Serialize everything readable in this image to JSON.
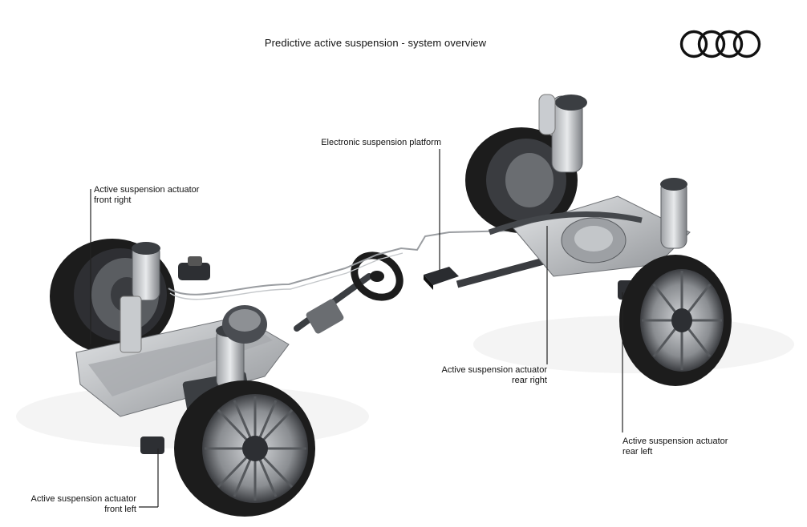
{
  "title": "Predictive active suspension - system overview",
  "logo": {
    "icon": "four-rings-logo",
    "color": "#111111"
  },
  "labels": {
    "platform": {
      "text": "Electronic suspension platform"
    },
    "front_right": {
      "line1": "Active suspension actuator",
      "line2": "front right"
    },
    "front_left": {
      "line1": "Active suspension actuator",
      "line2": "front left"
    },
    "rear_right": {
      "line1": "Active suspension actuator",
      "line2": "rear right"
    },
    "rear_left": {
      "line1": "Active suspension actuator",
      "line2": "rear left"
    }
  },
  "colors": {
    "tire": "#1c1c1c",
    "rim": "#8a8d91",
    "metal": "#b9bcc0",
    "dark_metal": "#4a4d52",
    "line": "#222222"
  }
}
